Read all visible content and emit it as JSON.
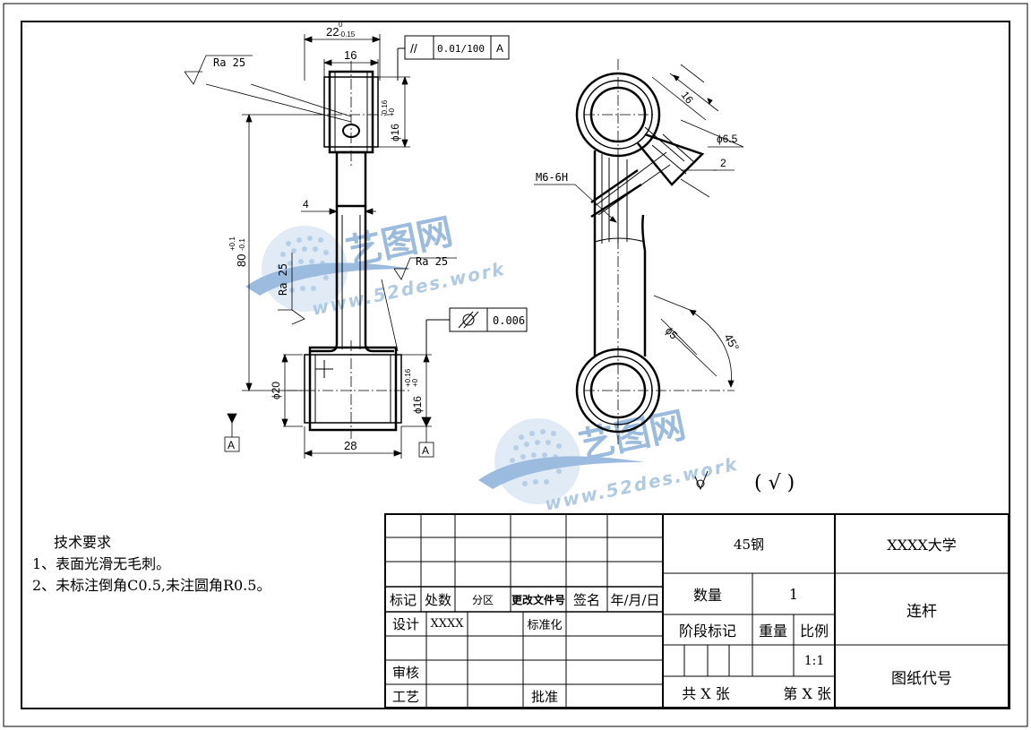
{
  "drawing": {
    "dims": {
      "top_width": "22",
      "top_width_upper": "0",
      "top_width_lower": "-0.15",
      "head_width": "16",
      "head_bore": "ɸ16",
      "head_bore_tol_upper": "-0.16",
      "head_bore_tol_lower": "+0",
      "center_distance": "80",
      "center_distance_tol_upper": "+0.1",
      "center_distance_tol_lower": "-0.1",
      "web_thickness": "4",
      "foot_dia": "ɸ20",
      "foot_bore": "ɸ16",
      "foot_bore_tol_upper": "+0.16",
      "foot_bore_tol_lower": "+0",
      "foot_width": "28"
    },
    "roughness": {
      "top": "Ra 25",
      "mid": "Ra 25",
      "left": "Ra 25",
      "general_symbol": "( √ )"
    },
    "tolerance_frames": {
      "parallelism": {
        "symbol": "//",
        "value": "0.01/100",
        "datum": "A"
      },
      "cylindricity": {
        "symbol": "⌭",
        "value": "0.006"
      }
    },
    "datums": {
      "left": "A",
      "right": "A"
    },
    "side_view": {
      "dim_16": "16",
      "dim_hole": "ɸ6.5",
      "dim_2": "2",
      "thread": "M6-6H",
      "dim_5": "ɸ5",
      "angle": "45°"
    }
  },
  "tech_requirements": {
    "title": "技术要求",
    "items": [
      "1、表面光滑无毛刺。",
      "2、未标注倒角C0.5,未注圆角R0.5。"
    ]
  },
  "title_block": {
    "row_labels": [
      "标记",
      "处数",
      "分区",
      "更改文件号",
      "签名",
      "年/月/日"
    ],
    "design_label": "设计",
    "designer": "XXXX",
    "standardize_label": "标准化",
    "review_label": "审核",
    "process_label": "工艺",
    "approve_label": "批准",
    "material": "45钢",
    "quantity_label": "数量",
    "quantity": "1",
    "stage_label": "阶段标记",
    "weight_label": "重量",
    "scale_label": "比例",
    "scale": "1:1",
    "sheets_total": "共 X 张",
    "sheet_no": "第 X 张",
    "school": "XXXX大学",
    "part_name": "连杆",
    "drawing_no_label": "图纸代号"
  },
  "watermark": {
    "brand": "艺图网",
    "url_top": "www.52des.work",
    "url_bottom": "www.52des.work"
  }
}
